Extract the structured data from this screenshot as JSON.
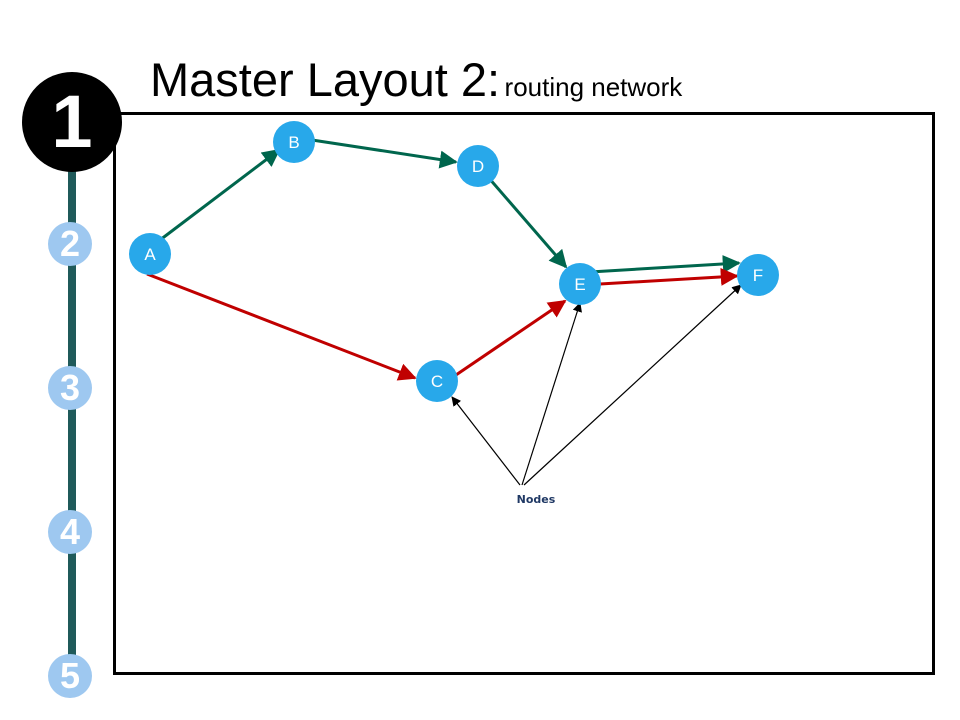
{
  "title": {
    "main": "Master Layout 2:",
    "sub": "routing network"
  },
  "steps": [
    {
      "label": "1",
      "active": true
    },
    {
      "label": "2",
      "active": false
    },
    {
      "label": "3",
      "active": false
    },
    {
      "label": "4",
      "active": false
    },
    {
      "label": "5",
      "active": false
    }
  ],
  "colors": {
    "node": "#28a8ea",
    "green_route": "#00664d",
    "red_route": "#c00000",
    "timeline": "#1f5a5a",
    "step_inactive": "#9ec8f0",
    "step_active": "#000000"
  },
  "network": {
    "nodes": [
      {
        "id": "A",
        "label": "A"
      },
      {
        "id": "B",
        "label": "B"
      },
      {
        "id": "C",
        "label": "C"
      },
      {
        "id": "D",
        "label": "D"
      },
      {
        "id": "E",
        "label": "E"
      },
      {
        "id": "F",
        "label": "F"
      }
    ],
    "green_route": [
      "A",
      "B",
      "D",
      "E",
      "F"
    ],
    "red_route": [
      "A",
      "C",
      "E",
      "F"
    ],
    "callout": {
      "label": "Nodes",
      "targets": [
        "C",
        "E",
        "F"
      ]
    }
  }
}
